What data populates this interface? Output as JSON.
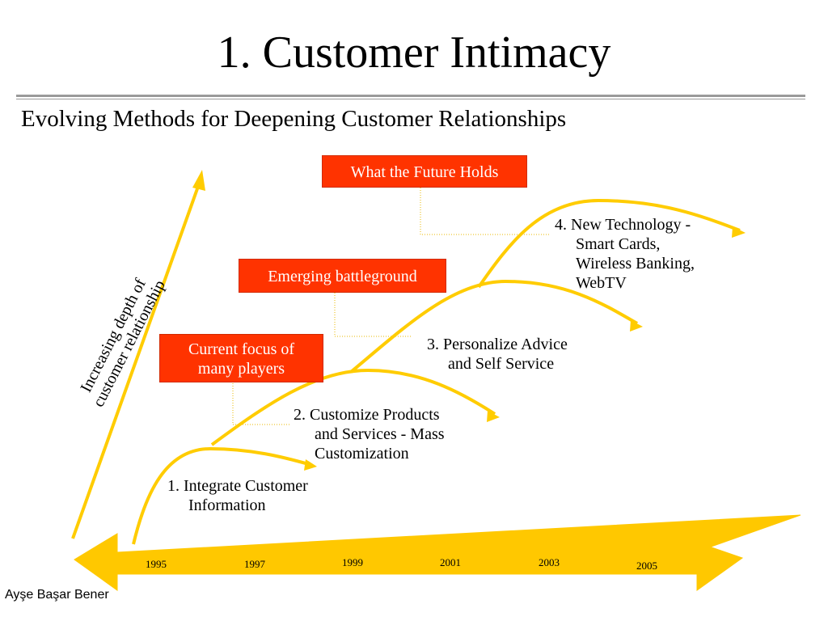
{
  "slide": {
    "title": "1.  Customer Intimacy",
    "subtitle": "Evolving Methods for Deepening Customer Relationships",
    "author": "Ayşe Başar Bener"
  },
  "diagram": {
    "y_axis_label_line1": "Increasing depth of",
    "y_axis_label_line2": "customer relationship",
    "categories": [
      {
        "label_line1": "Current focus of",
        "label_line2": "many players"
      },
      {
        "label": "Emerging battleground"
      },
      {
        "label": "What the Future Holds"
      }
    ],
    "stages": [
      {
        "line1": "1. Integrate Customer",
        "line2": "Information"
      },
      {
        "line1": "2. Customize Products",
        "line2": "and Services - Mass",
        "line3": "Customization"
      },
      {
        "line1": "3. Personalize Advice",
        "line2": "and Self Service"
      },
      {
        "line1": "4. New Technology -",
        "line2": "Smart Cards,",
        "line3": "Wireless Banking,",
        "line4": "WebTV"
      }
    ],
    "years": [
      "1995",
      "1997",
      "1999",
      "2001",
      "2003",
      "2005"
    ],
    "colors": {
      "arrow": "#ffc800",
      "curve": "#ffcc00",
      "tag_fill": "#ff3300",
      "connector": "#e8b800"
    }
  }
}
